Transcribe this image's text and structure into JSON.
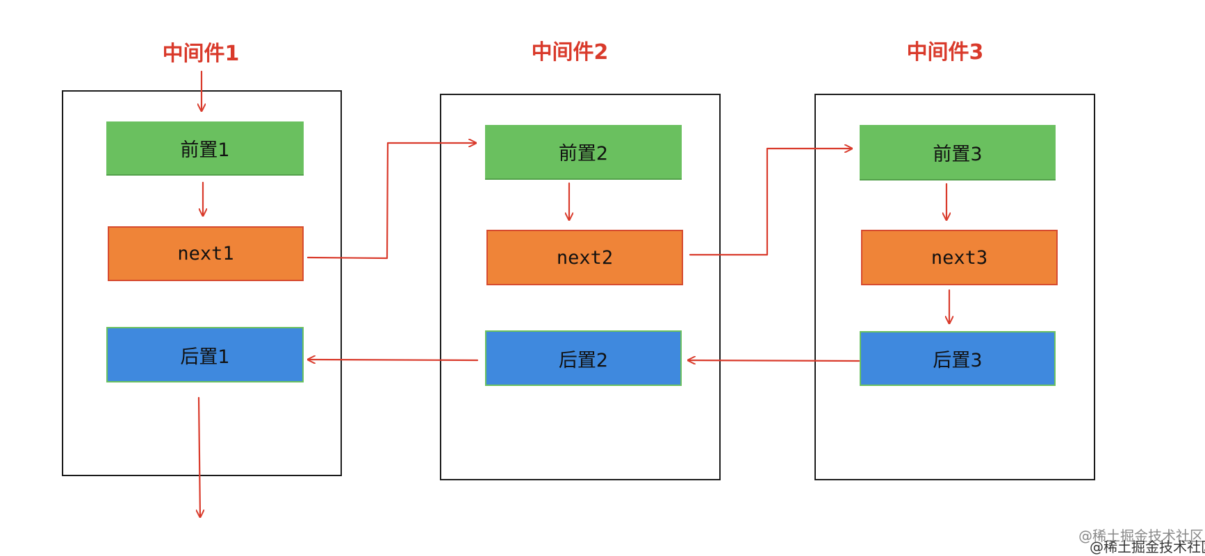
{
  "middlewares": [
    {
      "title": "中间件1",
      "pre": "前置1",
      "next": "next1",
      "post": "后置1"
    },
    {
      "title": "中间件2",
      "pre": "前置2",
      "next": "next2",
      "post": "后置2"
    },
    {
      "title": "中间件3",
      "pre": "前置3",
      "next": "next3",
      "post": "后置3"
    }
  ],
  "watermark": {
    "line1": "@稀土掘金技术社区",
    "line2": "@稀土掘金技术社区"
  },
  "colors": {
    "arrow": "#d93a2b",
    "title": "#d93a2b",
    "pre": "#6ac05f",
    "next": "#ef8438",
    "post": "#3f89de",
    "frame": "#1a1a1a"
  }
}
